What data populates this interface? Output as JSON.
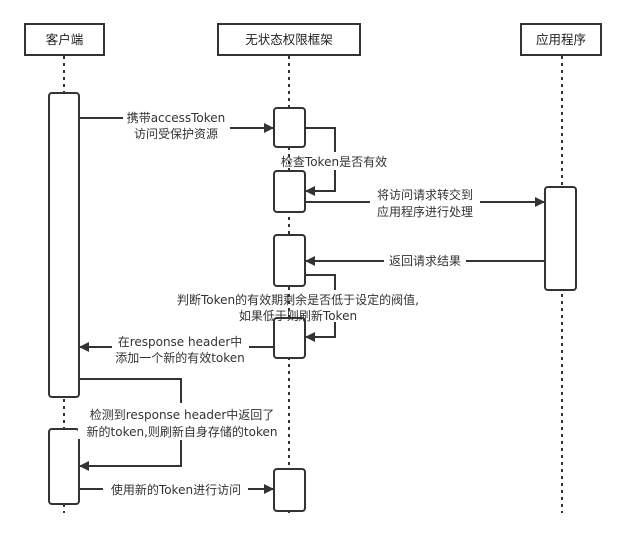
{
  "participants": {
    "client": "客户端",
    "framework": "无状态权限框架",
    "app": "应用程序"
  },
  "messages": {
    "m1": [
      "携带accessToken",
      "访问受保护资源"
    ],
    "m2": "检查Token是否有效",
    "m3": [
      "将访问请求转交到",
      "应用程序进行处理"
    ],
    "m4": "返回请求结果",
    "m5": [
      "判断Token的有效期剩余是否低于设定的阀值,",
      "如果低于则刷新Token"
    ],
    "m6": [
      "在response header中",
      "添加一个新的有效token"
    ],
    "m7": [
      "检测到response header中返回了",
      "新的token,则刷新自身存储的token"
    ],
    "m8": "使用新的Token进行访问"
  }
}
